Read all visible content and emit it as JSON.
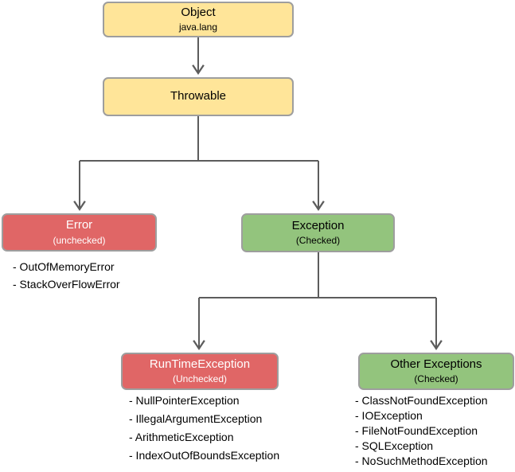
{
  "diagram": {
    "type": "flowchart",
    "colors": {
      "yellow_node": "#FFE599",
      "red_node": "#E06666",
      "green_node": "#93C47D",
      "node_border": "#9E9E9E",
      "connector": "#5C5C5C",
      "text_dark": "#000000",
      "text_light": "#FFFFFF"
    },
    "nodes": {
      "object": {
        "label": "Object",
        "sublabel": "java.lang"
      },
      "throwable": {
        "label": "Throwable"
      },
      "error": {
        "label": "Error",
        "sublabel": "(unchecked)"
      },
      "exception": {
        "label": "Exception",
        "sublabel": "(Checked)"
      },
      "runtime_exception": {
        "label": "RunTimeException",
        "sublabel": "(Unchecked)"
      },
      "other_exceptions": {
        "label": "Other Exceptions",
        "sublabel": "(Checked)"
      }
    },
    "edges": [
      "Object -> Throwable",
      "Throwable -> Error",
      "Throwable -> Exception",
      "Exception -> RunTimeException",
      "Exception -> Other Exceptions"
    ],
    "lists": {
      "error_items": [
        "- OutOfMemoryError",
        "- StackOverFlowError"
      ],
      "runtime_items": [
        "- NullPointerException",
        "- IllegalArgumentException",
        "- ArithmeticException",
        "- IndexOutOfBoundsException"
      ],
      "other_items": [
        "- ClassNotFoundException",
        "- IOException",
        "- FileNotFoundException",
        "- SQLException",
        "- NoSuchMethodException"
      ]
    }
  }
}
